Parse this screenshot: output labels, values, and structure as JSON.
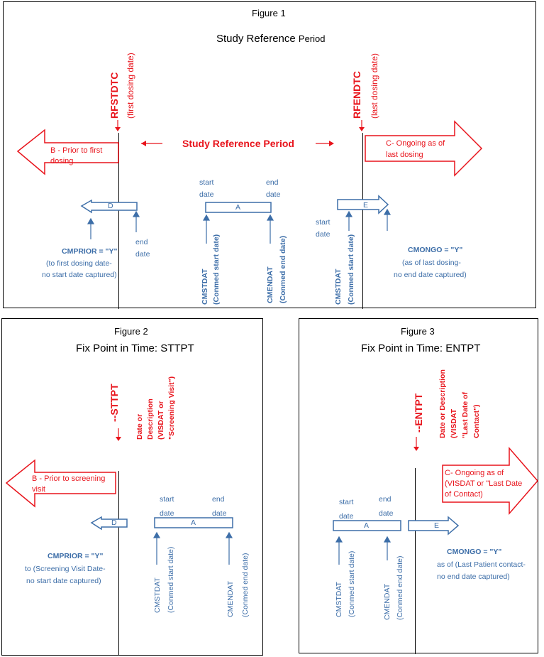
{
  "fig1": {
    "label": "Figure 1",
    "title_main": "Study Reference",
    "title_tail": "Period",
    "rfstdtc": "RFSTDTC",
    "rfstdtc_sub": "(first dosing date)",
    "rfendtc": "RFENDTC",
    "rfendtc_sub": "(last dosing date)",
    "period_label": "Study Reference Period",
    "arrow_b": "B - Prior to first dosing",
    "arrow_c": "C- Ongoing as of last dosing",
    "box_d": "D",
    "box_a": "A",
    "box_e": "E",
    "start_date": "start date",
    "end_date": "end date",
    "cmprior": "CMPRIOR = \"Y\"",
    "cmprior_sub1": "(to first dosing date-",
    "cmprior_sub2": "no start date captured)",
    "cmstdat": "CMSTDAT",
    "cmstdat_sub": "(Conmed start date)",
    "cmendat": "CMENDAT",
    "cmendat_sub": "(Conmed end date)",
    "cmongo": "CMONGO = \"Y\"",
    "cmongo_sub1": "(as of last dosing-",
    "cmongo_sub2": "no end date captured)"
  },
  "fig2": {
    "label": "Figure 2",
    "title": "Fix Point in Time: STTPT",
    "sttpt": "--STTPT",
    "desc": [
      "Date or",
      "Description",
      "(VISDAT or",
      "\"Screening Visit\")"
    ],
    "arrow_b": "B - Prior to screening visit",
    "box_d": "D",
    "box_a": "A",
    "start_date": "start date",
    "end_date": "end date",
    "cmprior": "CMPRIOR = \"Y\"",
    "cmprior_sub1": "to (Screening Visit Date-",
    "cmprior_sub2": "no start date captured)",
    "cmstdat": "CMSTDAT",
    "cmstdat_sub": "(Conmed start date)",
    "cmendat": "CMENDAT",
    "cmendat_sub": "(Conmed end date)"
  },
  "fig3": {
    "label": "Figure 3",
    "title": "Fix Point in Time: ENTPT",
    "entpt": "--ENTPT",
    "desc": [
      "Date or Description",
      "(VISDAT",
      "\"Last Date of",
      "Contact\")"
    ],
    "arrow_c": "C- Ongoing as of (VISDAT or \"Last Date of Contact)",
    "box_a": "A",
    "box_e": "E",
    "start_date": "start date",
    "end_date": "end date",
    "cmongo": "CMONGO = \"Y\"",
    "cmongo_sub1": "as of (Last Patient contact-",
    "cmongo_sub2": "no end date captured)",
    "cmstdat": "CMSTDAT",
    "cmstdat_sub": "(Conmed start date)",
    "cmendat": "CMENDAT",
    "cmendat_sub": "(Conmed end date)"
  },
  "colors": {
    "red": "#e8141c",
    "blue": "#3d6ea8",
    "black": "#000000"
  }
}
